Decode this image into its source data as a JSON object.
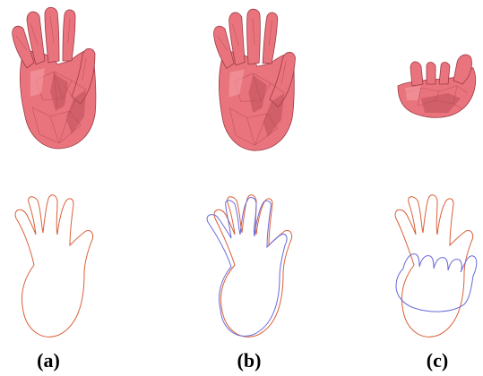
{
  "panels": [
    {
      "label": "(a)"
    },
    {
      "label": "(b)"
    },
    {
      "label": "(c)"
    }
  ],
  "colors": {
    "mesh_fill": "#e9747d",
    "mesh_highlight": "#f6a2a7",
    "mesh_shadow": "#b24651",
    "mesh_edge": "#9c3a44",
    "contour_model": "#d9603a",
    "contour_observed": "#6a6ad8"
  }
}
